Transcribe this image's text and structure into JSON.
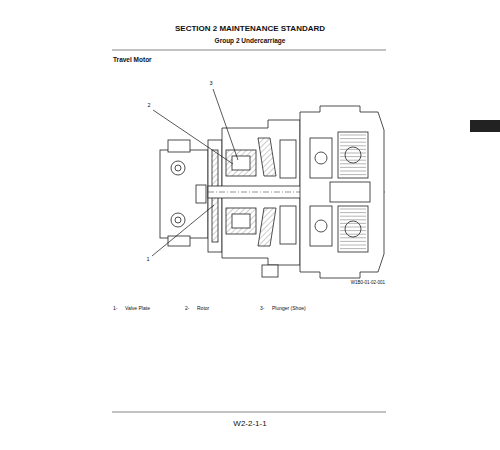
{
  "diagram": {
    "title": "SECTION 2 MAINTENANCE STANDARD",
    "labels": [
      "Group 2 Undercarriage",
      "Travel Motor",
      "3",
      "2",
      "1",
      "W1B0-01-02-001",
      "1-",
      "Valve Plate",
      "2-",
      "Rotor",
      "3-",
      "Plunger (Shoe)",
      "W2-2-1-1"
    ]
  }
}
